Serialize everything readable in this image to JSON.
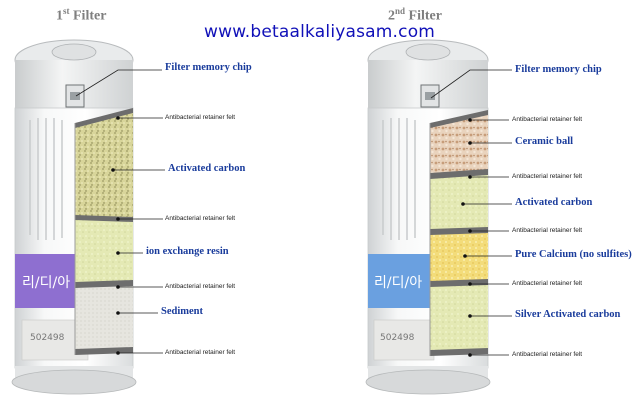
{
  "header": {
    "url": "www.betaalkaliyasam.com"
  },
  "filter1": {
    "title_main": "1",
    "title_sup": "st",
    "title_rest": " Filter",
    "labels": {
      "chip": "Filter memory chip",
      "felt": "Antibacterial retainer felt",
      "carbon": "Activated carbon",
      "resin": "ion exchange resin",
      "sediment": "Sediment"
    },
    "band_text": "리/디/아",
    "serial": "502498"
  },
  "filter2": {
    "title_main": "2",
    "title_sup": "nd",
    "title_rest": " Filter",
    "labels": {
      "chip": "Filter memory chip",
      "felt": "Antibacterial retainer felt",
      "ceramic": "Ceramic ball",
      "carbon": "Activated carbon",
      "calcium": "Pure Calcium (no sulfites)",
      "silver": "Silver Activated carbon"
    },
    "band_text": "리/디/아",
    "serial": "502498"
  },
  "colors": {
    "label_blue": "#1a3c9c",
    "url_blue": "#1010b8",
    "band1": "#8e6fd0",
    "band2": "#6aa0e0"
  }
}
